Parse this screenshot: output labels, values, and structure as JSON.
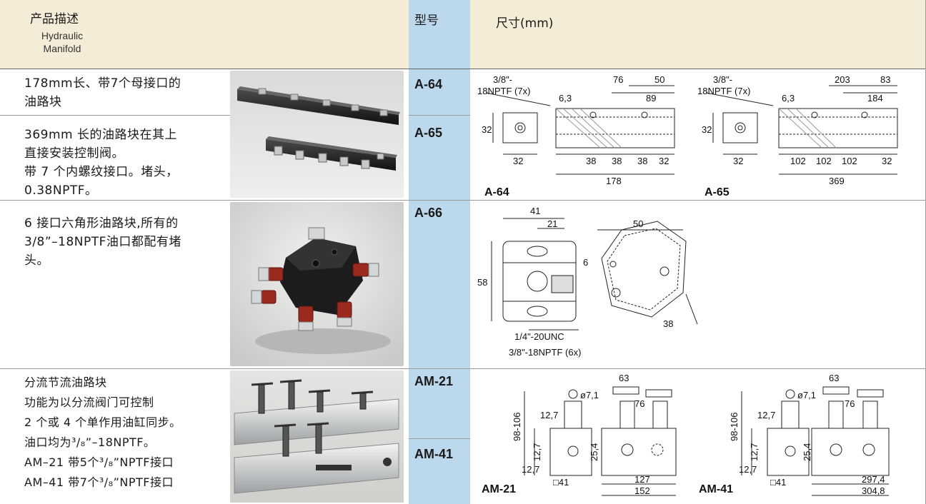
{
  "header": {
    "desc_title": "产品描述",
    "desc_sub1": "Hydraulic",
    "desc_sub2": "Manifold",
    "model_title": "型号",
    "dim_title": "尺寸(mm)"
  },
  "rows": {
    "a64": {
      "desc": [
        "178mm长、带7个母接口的",
        "油路块"
      ],
      "model": "A-64"
    },
    "a65": {
      "desc": [
        "369mm 长的油路块在其上",
        "直接安装控制阀。",
        "带 7 个内螺纹接口。堵头，",
        "0.38NPTF。"
      ],
      "model": "A-65"
    },
    "a66": {
      "desc": [
        "6 接口六角形油路块,所有的",
        "3/8”–18NPTF油口都配有堵",
        "头。"
      ],
      "model": "A-66"
    },
    "am": {
      "desc": [
        "分流节流油路块",
        "功能为以分流阀门可控制",
        "2 个或 4 个单作用油缸同步。",
        "油口均为³/₈”–18NPTF。",
        "AM–21 带5个³/₈”NPTF接口",
        "AM–41 带7个³/₈”NPTF接口"
      ],
      "model1": "AM-21",
      "model2": "AM-41"
    }
  },
  "drawings": {
    "a64": {
      "label": "A-64",
      "thread": "3/8\"-",
      "thread2": "18NPTF (7x)",
      "d63": "6,3",
      "d76": "76",
      "d50": "50",
      "d89": "89",
      "d32a": "32",
      "d32b": "32",
      "pitch": [
        "38",
        "38",
        "38",
        "32"
      ],
      "total": "178"
    },
    "a65": {
      "label": "A-65",
      "thread": "3/8\"-",
      "thread2": "18NPTF (7x)",
      "d63": "6,3",
      "d203": "203",
      "d83": "83",
      "d184": "184",
      "d32a": "32",
      "d32b": "32",
      "pitch": [
        "102",
        "102",
        "102",
        "32"
      ],
      "total": "369"
    },
    "a66": {
      "d41": "41",
      "d21": "21",
      "d6": "6",
      "d58": "58",
      "d50": "50",
      "d38": "38",
      "unc": "1/4\"-20UNC",
      "npt": "3/8\"-18NPTF (6x)"
    },
    "am21": {
      "label": "AM-21",
      "d98": "98-106",
      "d127a": "12,7",
      "d127b": "12,7",
      "d127c": "12,7",
      "d254": "25,4",
      "d71": "ø7,1",
      "d63": "63",
      "d76": "76",
      "d127w": "127",
      "d152": "152",
      "d41": "□41"
    },
    "am41": {
      "label": "AM-41",
      "d98": "98-106",
      "d127a": "12,7",
      "d127b": "12,7",
      "d127c": "12,7",
      "d254": "25,4",
      "d71": "ø7,1",
      "d63": "63",
      "d76": "76",
      "d2974": "297,4",
      "d3048": "304,8",
      "d41": "□41"
    }
  }
}
